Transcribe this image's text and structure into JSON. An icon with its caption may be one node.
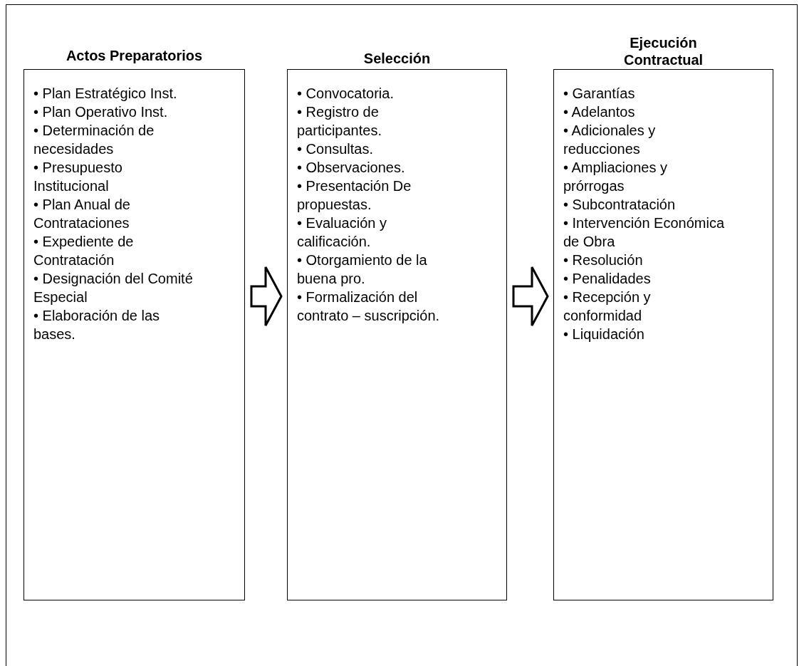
{
  "diagram": {
    "nodes": [
      {
        "text": [
          "Actos Preparatorios",
          "• Plan Estratégico Inst.",
          "• Plan Operativo Inst.",
          "• Determinación de necesidades",
          "• Presupuesto Institucional",
          "• Plan Anual de Contrataciones",
          "• Expediente de Contratación",
          "• Designación del Comité Especial",
          "• Elaboración de las bases."
        ]
      },
      {
        "text": [
          "Selección",
          "• Convocatoria.",
          "• Registro de participantes.",
          "• Consultas.",
          "• Observaciones.",
          "• Presentación De propuestas.",
          "• Evaluación y calificación.",
          "• Otorgamiento de la buena pro.",
          "• Formalización del contrato – suscripción."
        ]
      },
      {
        "text": [
          "Ejecución Contractual",
          "• Garantías",
          "• Adelantos",
          "• Adicionales y reducciones",
          "• Ampliaciones y prórrogas",
          "• Subcontratación",
          "• Intervención Económica de Obra",
          "• Resolución",
          "• Penalidades",
          "• Recepción y conformidad",
          "• Liquidación"
        ]
      }
    ],
    "edges": [
      {
        "from": 0,
        "to": 1,
        "arrow": "to"
      },
      {
        "from": 1,
        "to": 2,
        "arrow": "to"
      }
    ]
  }
}
